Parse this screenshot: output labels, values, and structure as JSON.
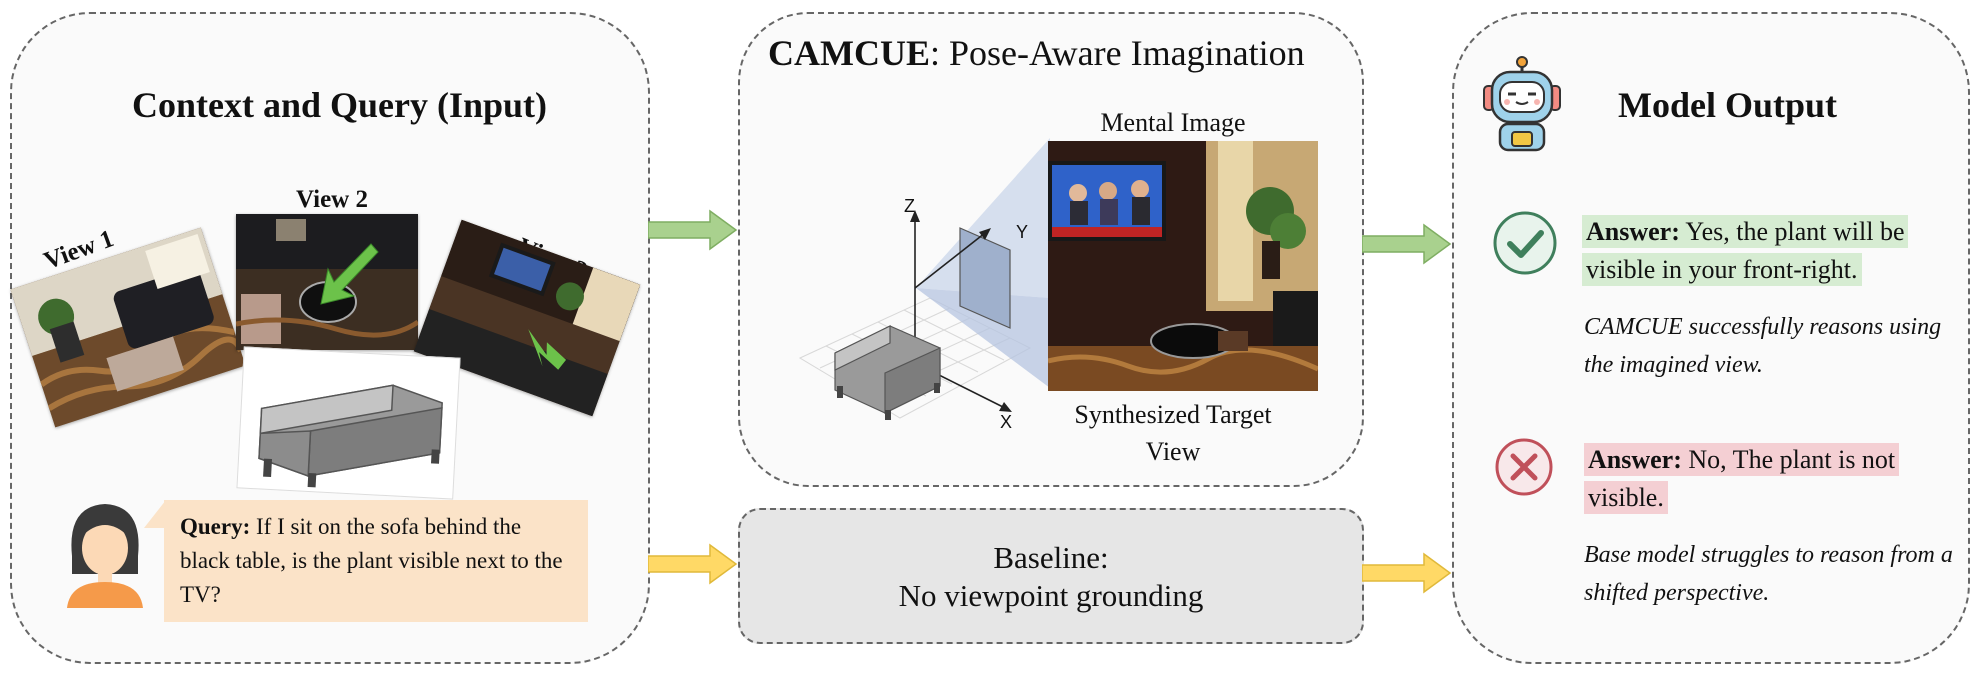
{
  "input_panel": {
    "title": "Context and Query (Input)",
    "views": [
      "View 1",
      "View 2",
      "View 3"
    ],
    "query": {
      "label": "Query:",
      "text": " If I sit on the sofa behind the black table, is the plant visible next to the TV?"
    }
  },
  "camcue_panel": {
    "title_bold": "CAMCUE",
    "title_rest": ": Pose-Aware Imagination",
    "mental_image_label": "Mental Image",
    "target_label_line1": "Synthesized Target",
    "target_label_line2": "View",
    "axes": {
      "z": "Z",
      "y": "Y",
      "x": "X"
    }
  },
  "baseline_panel": {
    "line1": "Baseline:",
    "line2": "No viewpoint grounding"
  },
  "output_panel": {
    "title": "Model Output",
    "success": {
      "label": "Answer:",
      "text": " Yes, the plant will be visible in your front-right.",
      "note": "CAMCUE successfully reasons using the imagined view."
    },
    "failure": {
      "label": "Answer:",
      "text": " No, The plant is not visible.",
      "note": "Base model struggles to reason from a shifted perspective."
    }
  },
  "colors": {
    "green_arrow": "#a9d18e",
    "yellow_arrow": "#ffd966",
    "check_green": "#3f7f5c",
    "cross_red": "#c0505a",
    "highlight_green": "#d6ecd2",
    "highlight_red": "#f4cfd3",
    "query_bg": "#fbe3c8"
  }
}
